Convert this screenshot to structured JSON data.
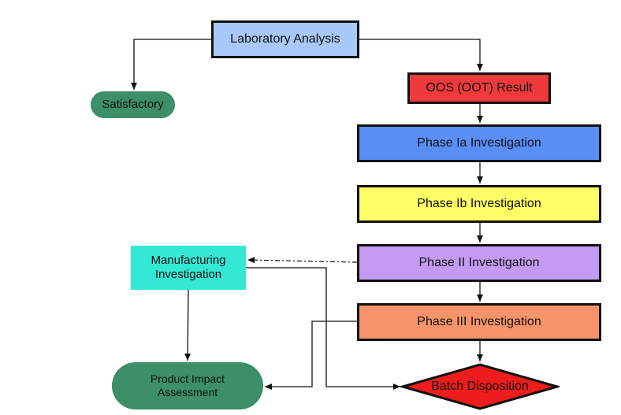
{
  "nodes": {
    "lab": {
      "label": "Laboratory Analysis",
      "fill": "#a8c8f8"
    },
    "satisfactory": {
      "label": "Satisfactory",
      "fill": "#3c8f68"
    },
    "oos": {
      "label": "OOS (OOT) Result",
      "fill": "#ee3a3a"
    },
    "phase1a": {
      "label": "Phase Ia Investigation",
      "fill": "#5b8ef5"
    },
    "phase1b": {
      "label": "Phase Ib Investigation",
      "fill": "#ffff66"
    },
    "phase2": {
      "label": "Phase II Investigation",
      "fill": "#c49af2"
    },
    "phase3": {
      "label": "Phase III Investigation",
      "fill": "#f5946a"
    },
    "manufacturing": {
      "label_line1": "Manufacturing",
      "label_line2": "Investigation",
      "fill": "#33e8d4"
    },
    "product_impact": {
      "label_line1": "Product Impact",
      "label_line2": "Assessment",
      "fill": "#3c8f68"
    },
    "batch": {
      "label": "Batch Disposition",
      "fill": "#ee1c1c"
    }
  }
}
